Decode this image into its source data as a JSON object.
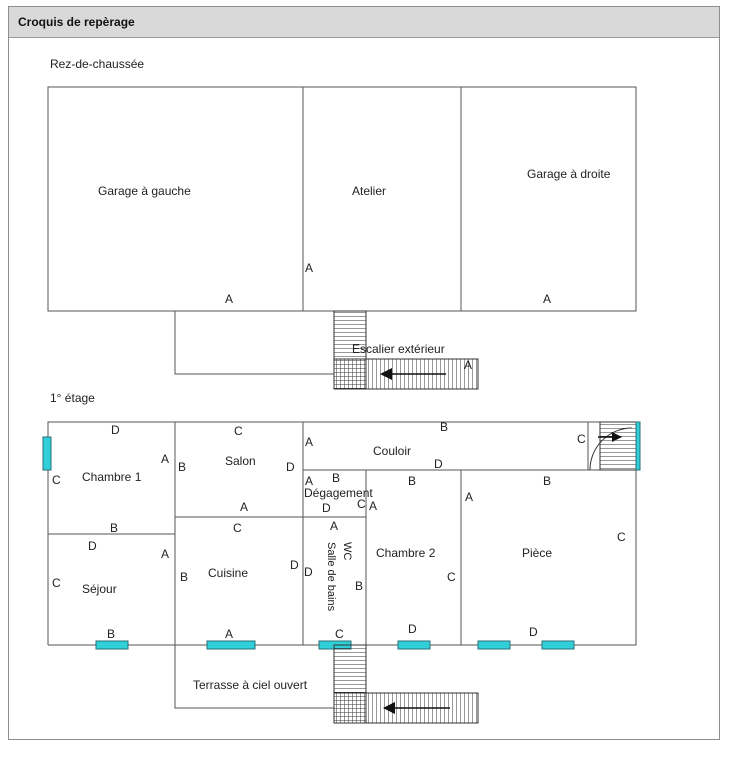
{
  "header": {
    "title": "Croquis de repèrage"
  },
  "floors": {
    "ground": "Rez-de-chaussée",
    "first": "1° étage"
  },
  "rooms": {
    "garage_left": "Garage à gauche",
    "atelier": "Atelier",
    "garage_right": "Garage à droite",
    "escalier": "Escalier extérieur",
    "chambre1": "Chambre 1",
    "salon": "Salon",
    "couloir": "Couloir",
    "degagement": "Dégagement",
    "chambre2": "Chambre 2",
    "piece": "Pièce",
    "sejour": "Séjour",
    "cuisine": "Cuisine",
    "wc": "WC",
    "salle_bains": "Salle de bains",
    "terrasse": "Terrasse à ciel ouvert"
  },
  "wall_letters": {
    "a": "A",
    "b": "B",
    "c": "C",
    "d": "D"
  },
  "colors": {
    "window": "#2fd0d8",
    "wall": "#555555",
    "header_bg": "#d9d9d9"
  }
}
